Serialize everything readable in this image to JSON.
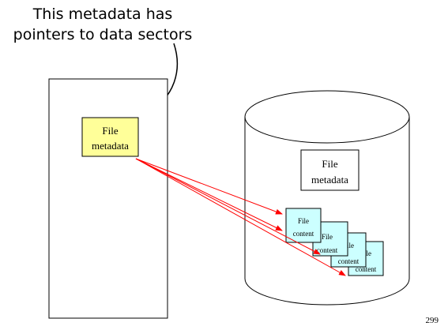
{
  "callout": {
    "line1": "This metadata has",
    "line2": "pointers to data sectors"
  },
  "memory_box": {
    "metadata_label_line1": "File",
    "metadata_label_line2": "metadata"
  },
  "disk": {
    "metadata_label_line1": "File",
    "metadata_label_line2": "metadata",
    "content_blocks": [
      {
        "line1": "File",
        "line2": "content"
      },
      {
        "line1": "File",
        "line2": "content"
      },
      {
        "line1": "File",
        "line2": "content"
      },
      {
        "line1": "File",
        "line2": "content"
      }
    ]
  },
  "colors": {
    "metadata_fill": "#ffff99",
    "content_fill": "#ccffff",
    "pointer_arrow": "#ff0000"
  },
  "page_number": "299"
}
